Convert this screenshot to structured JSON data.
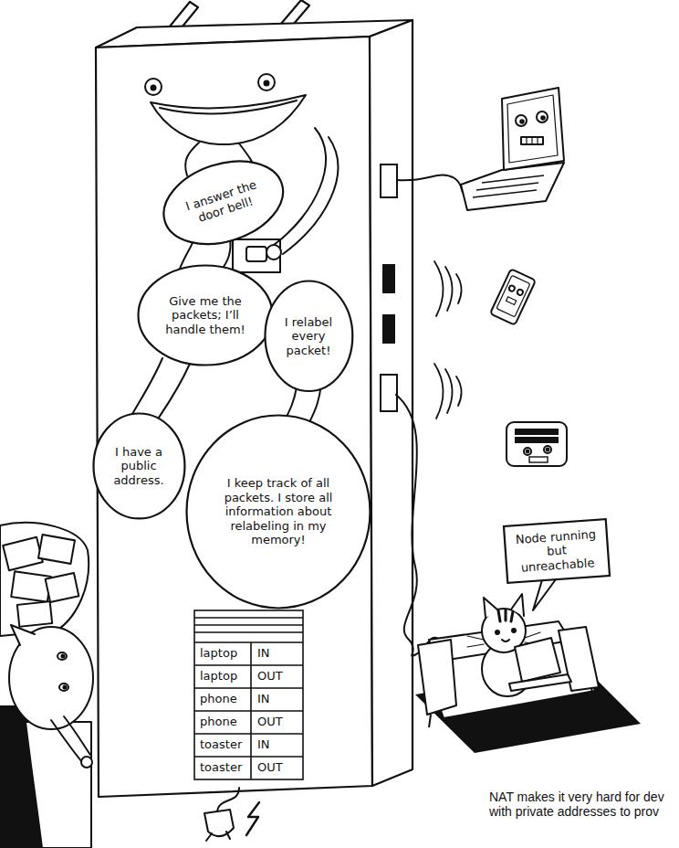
{
  "diagram": {
    "nodes": [
      {
        "text": [
          "I answer the door bell!"
        ]
      },
      {
        "text": [
          "Give me the packets; I’ll handle them!"
        ]
      },
      {
        "text": [
          "I relabel every packet!"
        ]
      },
      {
        "text": [
          "I have a public address."
        ]
      },
      {
        "text": [
          "I keep track of all packets. I store all information about relabeling in my memory!"
        ]
      },
      {
        "text": [
          "Node running but unreachable"
        ]
      }
    ],
    "labels": [
      "laptop",
      "IN",
      "laptop",
      "OUT",
      "phone",
      "IN",
      "phone",
      "OUT",
      "toaster",
      "IN",
      "toaster",
      "OUT",
      "NAT makes it very hard for dev with private addresses to prov"
    ]
  }
}
